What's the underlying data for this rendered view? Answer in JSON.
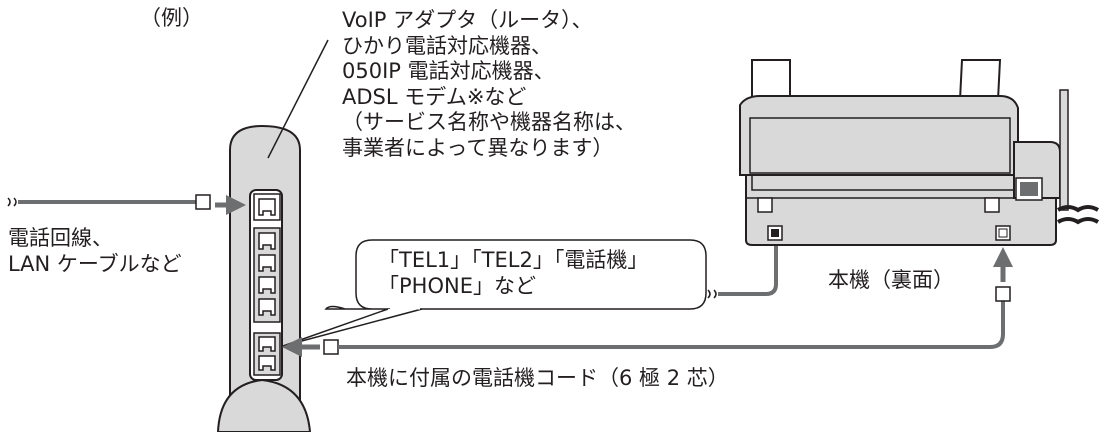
{
  "example_label": "（例）",
  "adapter_description": {
    "lines": [
      "VoIP アダプタ（ルータ）、",
      "ひかり電話対応機器、",
      "050IP 電話対応機器、",
      "ADSL モデム※など",
      "（サービス名称や機器名称は、",
      "事業者によって異なります）"
    ]
  },
  "line_in_label": {
    "lines": [
      "電話回線、",
      "LAN ケーブルなど"
    ]
  },
  "port_callout": {
    "lines": [
      "「TEL1」「TEL2」「電話機」",
      "「PHONE」など"
    ]
  },
  "unit_label": "本機（裏面）",
  "cord_label": "本機に付属の電話機コード（6 極 2 芯）"
}
